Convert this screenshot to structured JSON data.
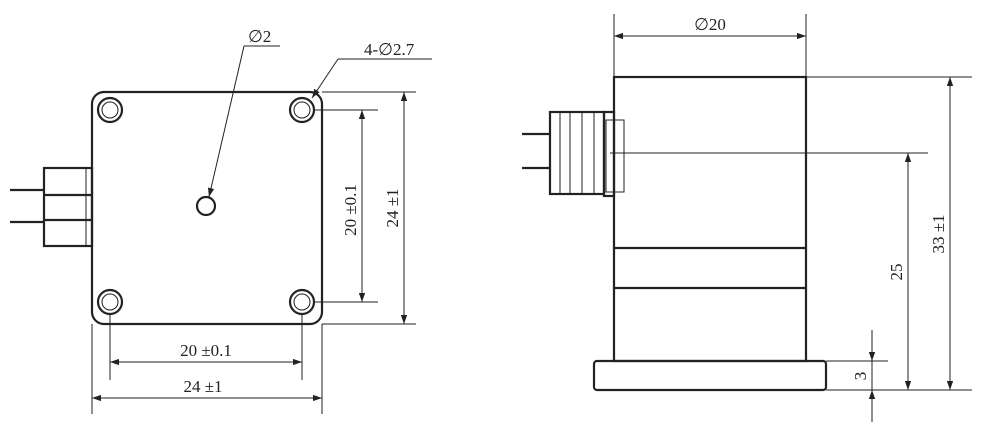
{
  "front_view": {
    "center_hole_label": "∅2",
    "corner_holes_label": "4-∅2.7",
    "hole_spacing_vertical_label": "20 ±0.1",
    "body_height_label": "24 ±1",
    "hole_spacing_horizontal_label": "20 ±0.1",
    "body_width_label": "24 ±1"
  },
  "side_view": {
    "diameter_label": "∅20",
    "total_height_label": "33 ±1",
    "axis_height_label": "25",
    "flange_thickness_label": "3"
  }
}
